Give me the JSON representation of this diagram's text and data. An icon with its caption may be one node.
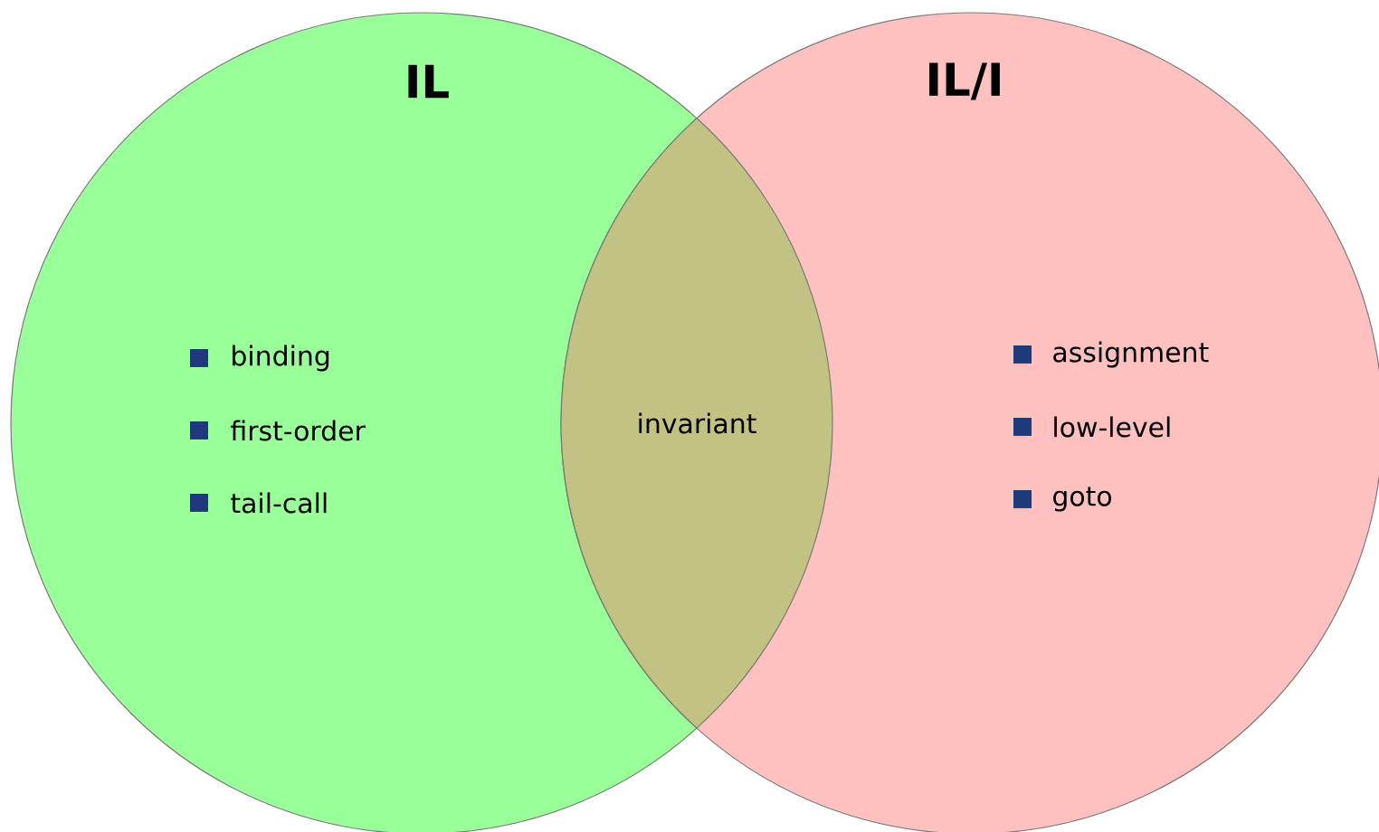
{
  "diagram": {
    "nodes": [
      {
        "text": [
          "IL",
          "binding",
          "first-order",
          "tail-call"
        ]
      },
      {
        "text": [
          "IL/I",
          "assignment",
          "low-level",
          "goto"
        ]
      },
      {
        "text": [
          "invariant"
        ]
      }
    ]
  }
}
